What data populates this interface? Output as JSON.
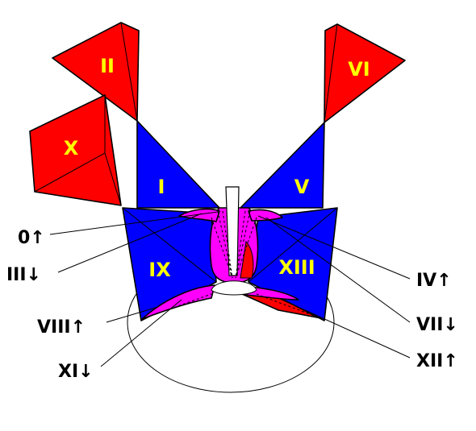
{
  "colors": {
    "red": "#ff0000",
    "blue": "#0000ff",
    "magenta": "#ff00ff",
    "white": "#ffffff",
    "label_yellow": "#ffff00",
    "callout_black": "#000000"
  },
  "face_labels": {
    "I": "I",
    "II": "II",
    "V": "V",
    "VI": "VI",
    "IX": "IX",
    "X": "X",
    "XIII": "XIII"
  },
  "callouts": {
    "c0": "0↑",
    "c3": "III↓",
    "c8": "VIII↑",
    "c11": "XI↓",
    "c4": "IV↑",
    "c7": "VII↓",
    "c12": "XII↑"
  }
}
